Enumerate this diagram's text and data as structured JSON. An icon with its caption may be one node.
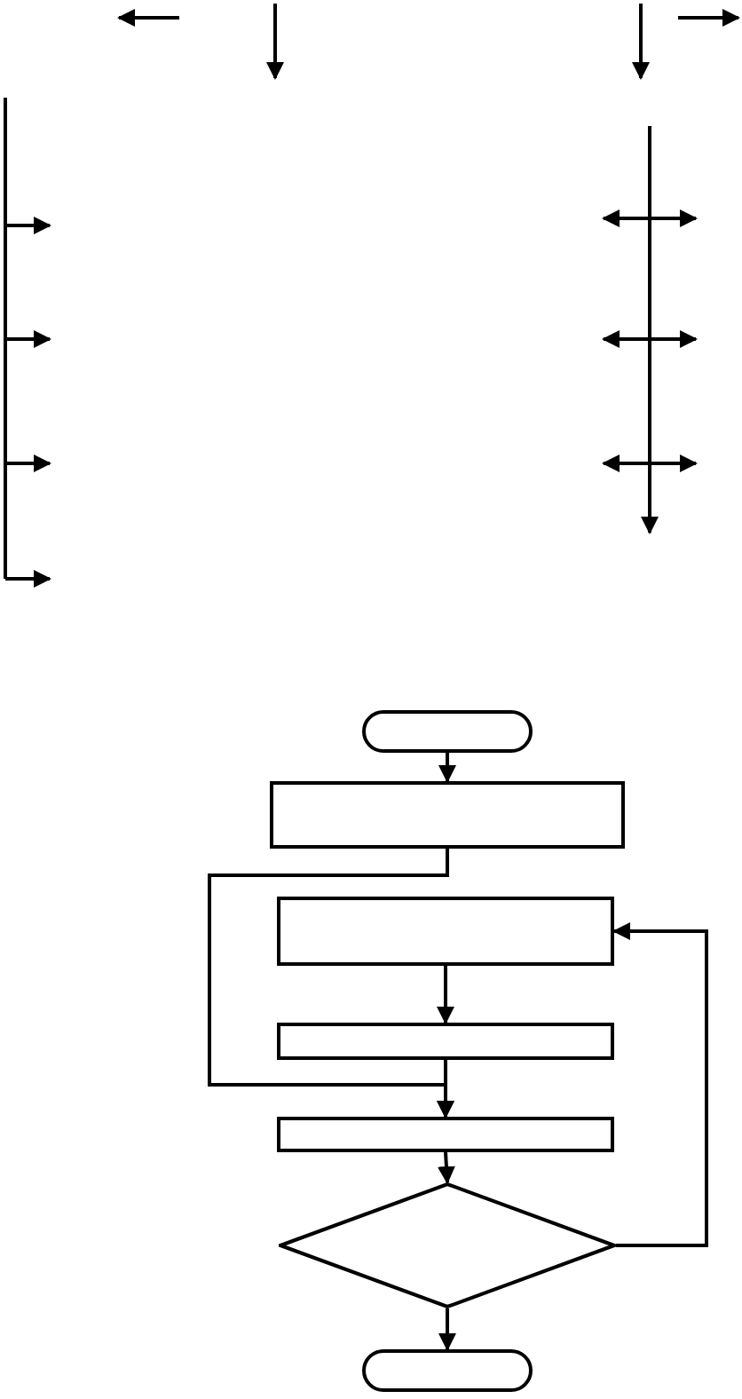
{
  "diagram": {
    "nodes": [
      {
        "text": [],
        "shape": "oval"
      },
      {
        "text": [],
        "shape": "box"
      },
      {
        "text": [],
        "shape": "box"
      },
      {
        "text": [],
        "shape": "box"
      },
      {
        "text": [],
        "shape": "box"
      },
      {
        "text": [],
        "shape": "diamond"
      },
      {
        "text": [],
        "shape": "oval"
      }
    ],
    "edges": [
      {
        "from": 0,
        "to": 1,
        "arrow": "to"
      },
      {
        "from": 1,
        "to": 4,
        "arrow": "to"
      },
      {
        "from": 2,
        "to": 3,
        "arrow": "to"
      },
      {
        "from": 3,
        "to": 4,
        "arrow": "to"
      },
      {
        "from": 4,
        "to": 5,
        "arrow": "to"
      },
      {
        "from": 5,
        "to": 6,
        "arrow": "to"
      },
      {
        "from": 5,
        "to": 2,
        "arrow": "to"
      }
    ]
  }
}
